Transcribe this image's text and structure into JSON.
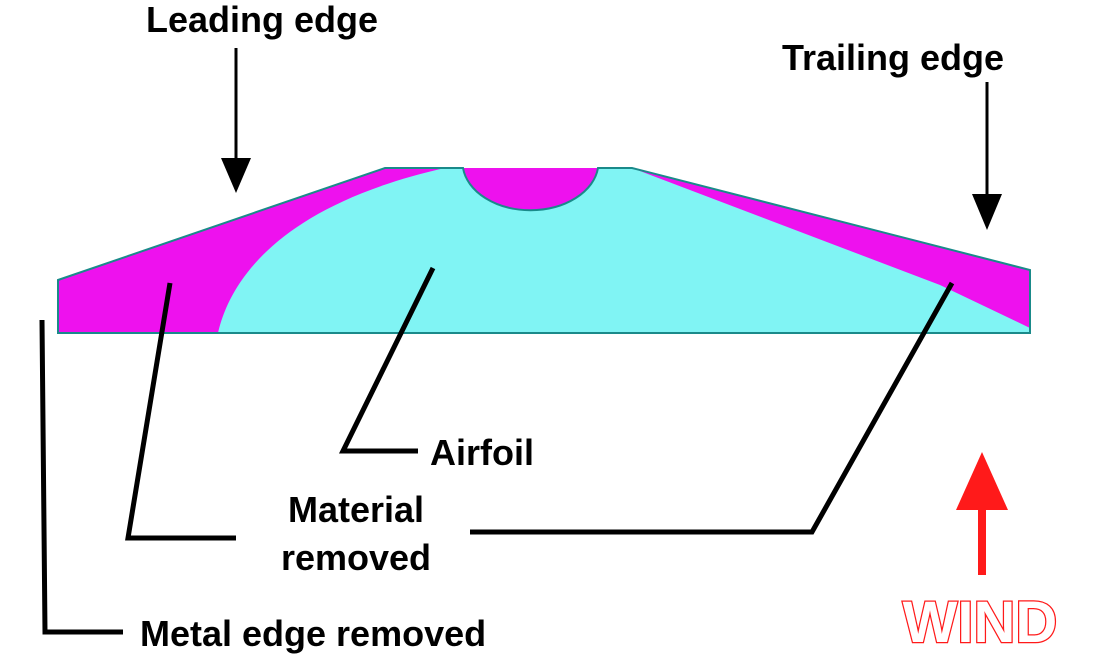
{
  "labels": {
    "leading_edge": "Leading edge",
    "trailing_edge": "Trailing edge",
    "airfoil": "Airfoil",
    "material_removed_line1": "Material",
    "material_removed_line2": "removed",
    "metal_edge_removed": "Metal edge removed",
    "wind": "WIND"
  },
  "colors": {
    "airfoil_fill": "#80f4f4",
    "material_removed_fill": "#ee11ee",
    "outline": "#1a8a8a",
    "leader_line": "#000000",
    "wind": "#ff1a1a"
  }
}
